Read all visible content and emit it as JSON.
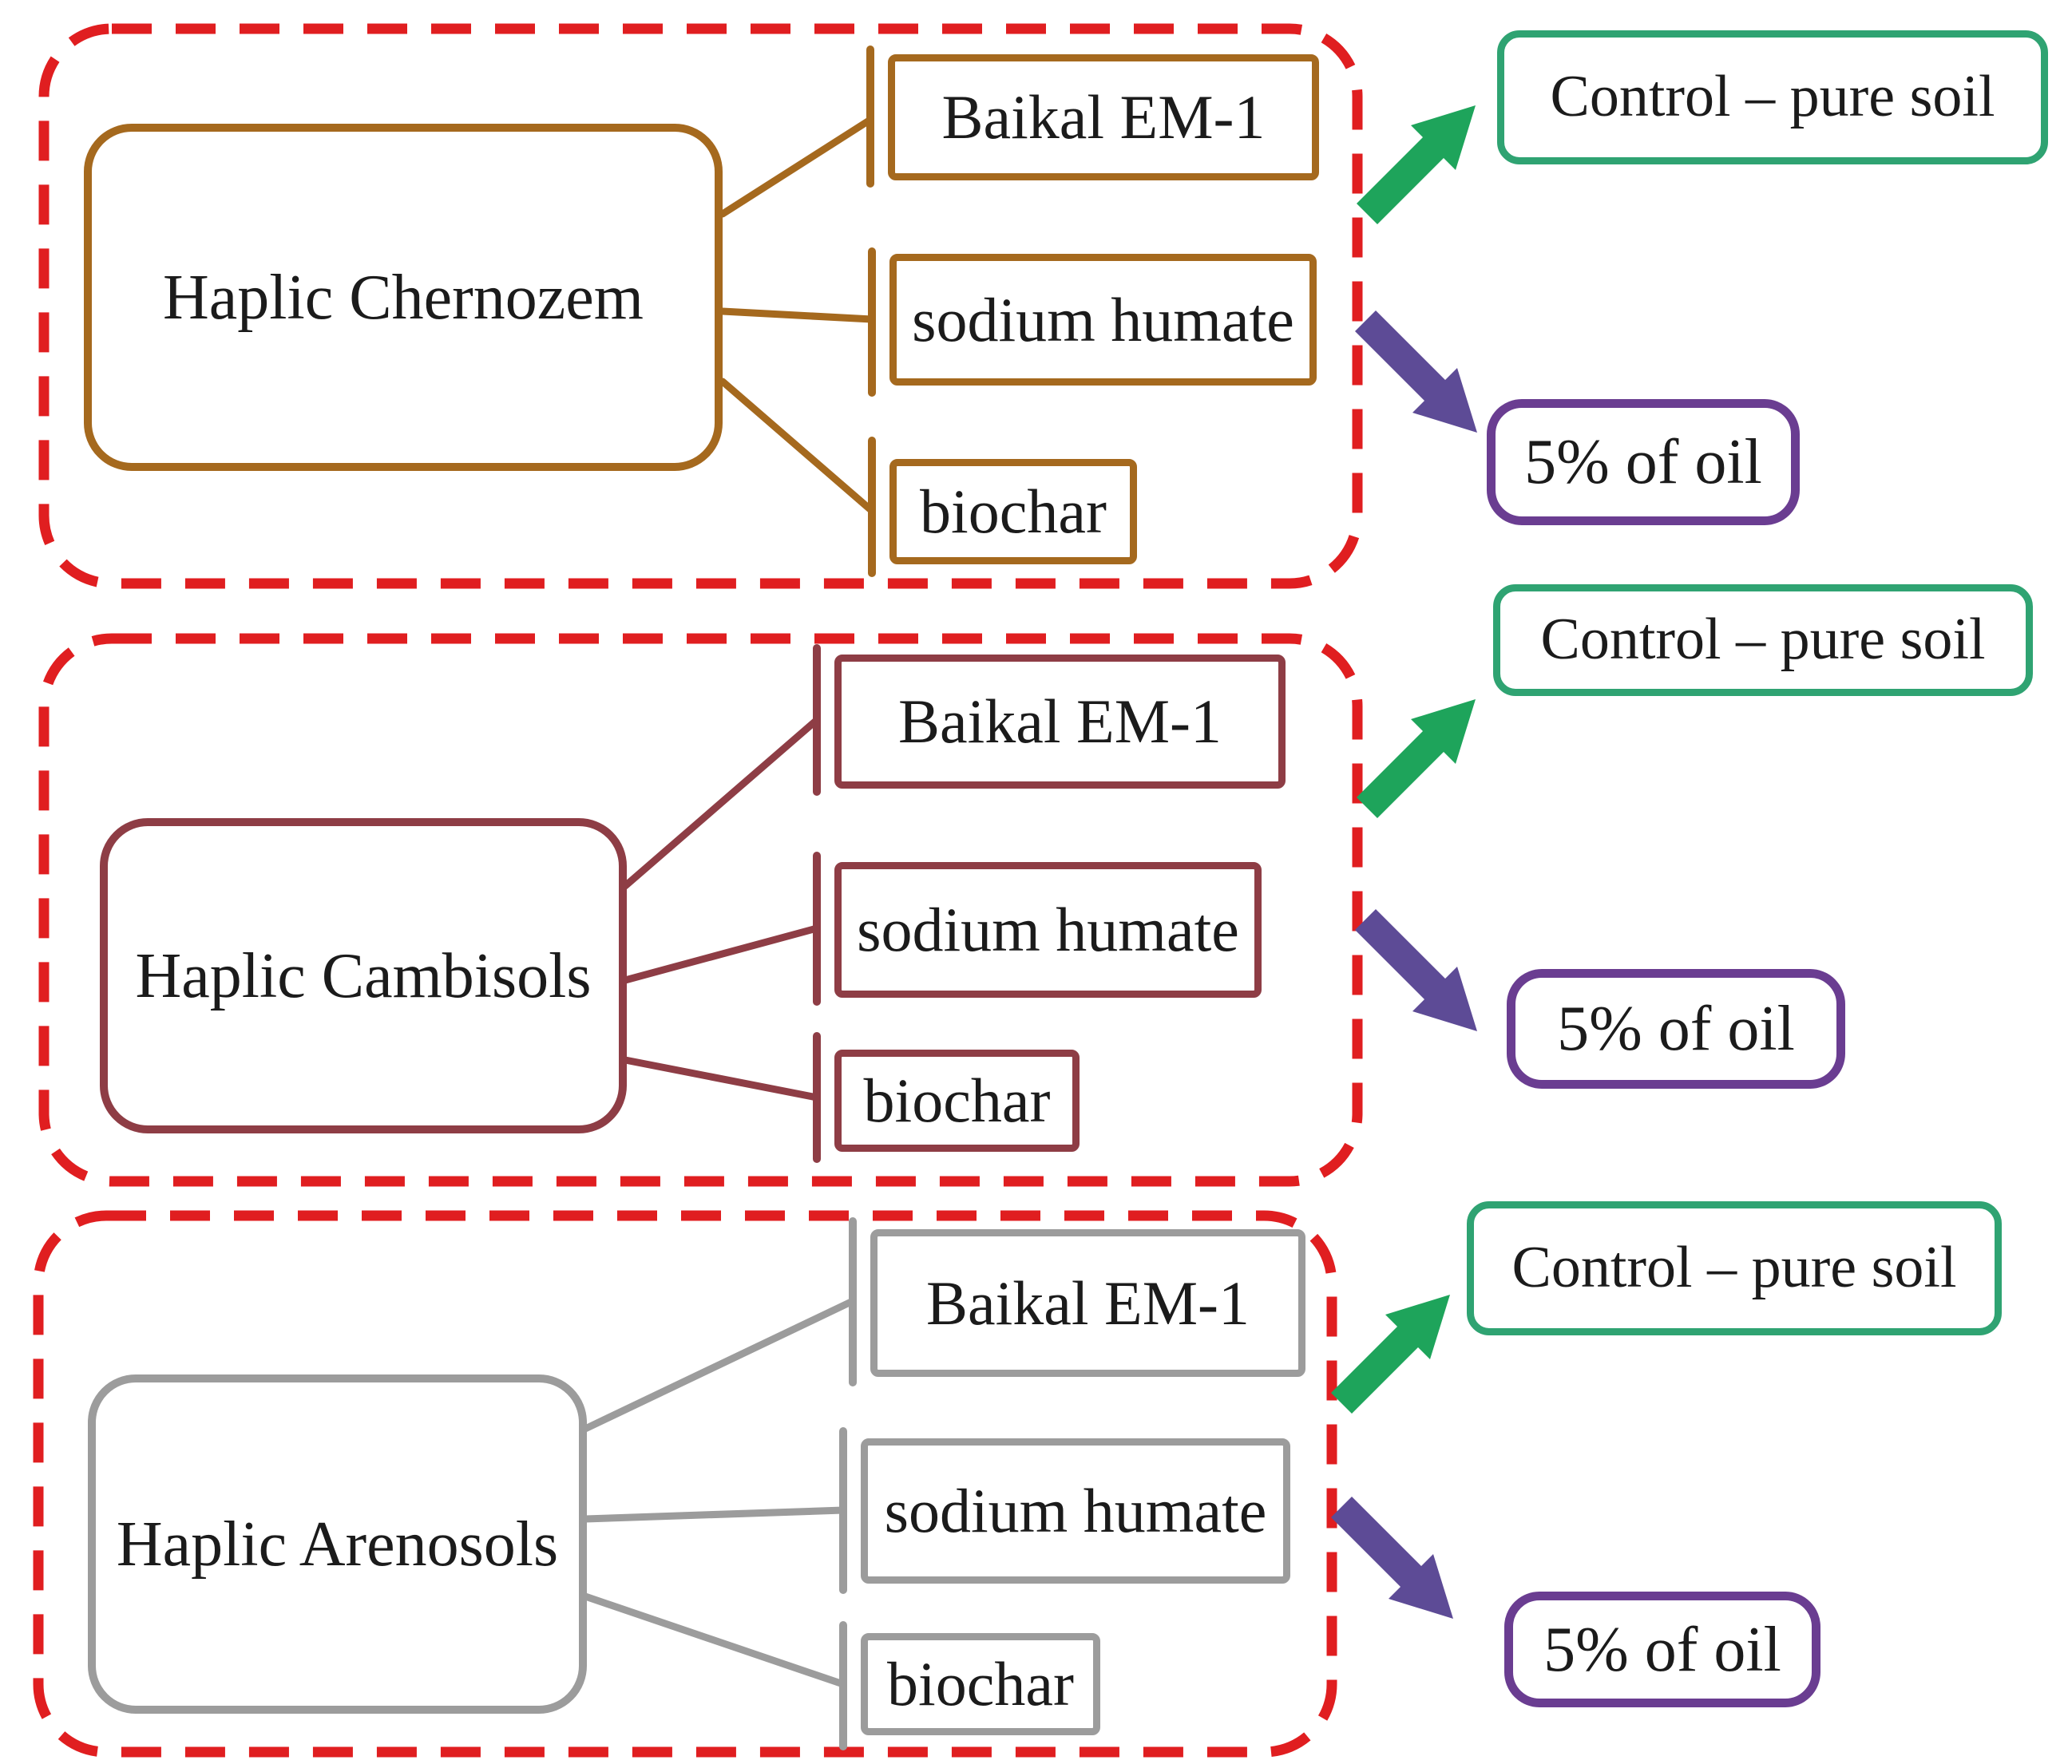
{
  "figure": {
    "description": "Experimental design scheme: three soil types each amended with three remediation agents, tested as pure-soil control and with 5% oil contamination",
    "colors": {
      "group_outline": "#E01E20",
      "control_border": "#2FA372",
      "control_arrow": "#1EA45B",
      "oil_border": "#6A3D91",
      "oil_arrow": "#5D4B96",
      "text": "#1B1B1B",
      "background": "#FFFFFF"
    },
    "groups": [
      {
        "soil_type": "Haplic Chernozem",
        "accent_color": "#A5691E",
        "amendments": [
          "Baikal EM-1",
          "sodium humate",
          "biochar"
        ],
        "control_label": "Control – pure soil",
        "oil_label": "5% of oil"
      },
      {
        "soil_type": "Haplic Cambisols",
        "accent_color": "#8E3D45",
        "amendments": [
          "Baikal EM-1",
          "sodium humate",
          "biochar"
        ],
        "control_label": "Control – pure soil",
        "oil_label": "5% of oil"
      },
      {
        "soil_type": "Haplic Arenosols",
        "accent_color": "#9C9C9C",
        "amendments": [
          "Baikal EM-1",
          "sodium humate",
          "biochar"
        ],
        "control_label": "Control – pure soil",
        "oil_label": "5% of oil"
      }
    ]
  }
}
